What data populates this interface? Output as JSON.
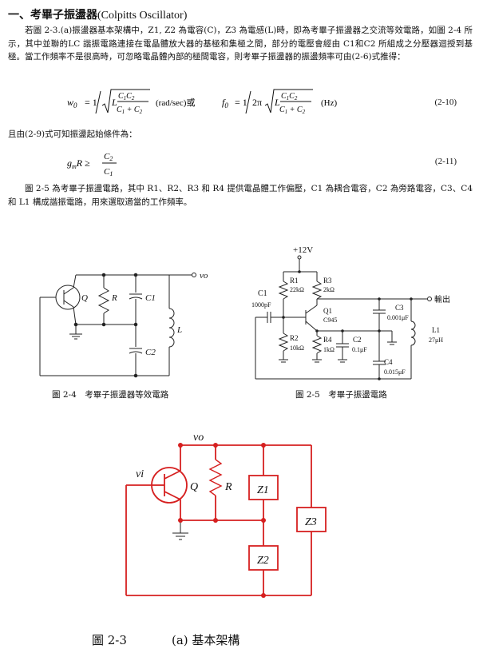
{
  "title": {
    "prefix": "一、考畢子振盪器",
    "english": "(Colpitts Oscillator)"
  },
  "intro_paragraph": "若圖 2-3.(a)振盪器基本架構中，Z1, Z2 為電容(C)，Z3 為電感(L)時，即為考畢子振盪器之交流等效電路，如圖 2-4 所示，其中並聯的LC 諧振電路連接在電晶體放大器的基極和集極之間，部分的電壓會經由 C1和C2 所組成之分壓器迴授到基極。當工作頻率不是很高時，可忽略電晶體內部的極間電容，則考畢子振盪器的振盪頻率可由(2-6)式推得：",
  "eq1": {
    "w0": "w0 = 1 / √(L · C1C2 / (C1 + C2))",
    "unit1": "(rad/sec)或",
    "f0": "f0 = 1 / 2π√(L · C1C2 / (C1 + C2))",
    "unit2": "(Hz)",
    "number": "(2-10)"
  },
  "condition_text": "且由(2-9)式可知振盪起始條件為：",
  "eq2": {
    "expr": "gmR ≥ C2 / C1",
    "number": "(2-11)"
  },
  "desc_paragraph": "圖 2-5 為考畢子振盪電路，其中 R1、R2、R3 和 R4 提供電晶體工作偏壓，C1 為耦合電容，C2 為旁路電容，C3、C4 和 L1 構成諧振電路，用來選取適當的工作頻率。",
  "fig24": {
    "caption": "圖 2-4　考畢子振盪器等效電路",
    "labels": {
      "Q": "Q",
      "R": "R",
      "C1": "C1",
      "C2": "C2",
      "L": "L",
      "vo": "vo"
    }
  },
  "fig25": {
    "caption": "圖 2-5　考畢子振盪電路",
    "labels": {
      "vcc": "+12V",
      "R1": "R1",
      "R1v": "22kΩ",
      "R3": "R3",
      "R3v": "2kΩ",
      "C1": "C1",
      "C1v": "1000pF",
      "Q1": "Q1",
      "Q1v": "C945",
      "R2": "R2",
      "R2v": "10kΩ",
      "R4": "R4",
      "R4v": "1kΩ",
      "C2": "C2",
      "C2v": "0.1μF",
      "C3": "C3",
      "C3v": "0.001μF",
      "C4": "C4",
      "C4v": "0.015μF",
      "L1": "L1",
      "L1v": "27μH",
      "out": "輸出"
    }
  },
  "fig23": {
    "caption_num": "圖 2-3",
    "caption_sub": "(a) 基本架構",
    "labels": {
      "vo": "vo",
      "vi": "vi",
      "Q": "Q",
      "R": "R",
      "Z1": "Z1",
      "Z2": "Z2",
      "Z3": "Z3"
    },
    "accent": "#d62020"
  }
}
